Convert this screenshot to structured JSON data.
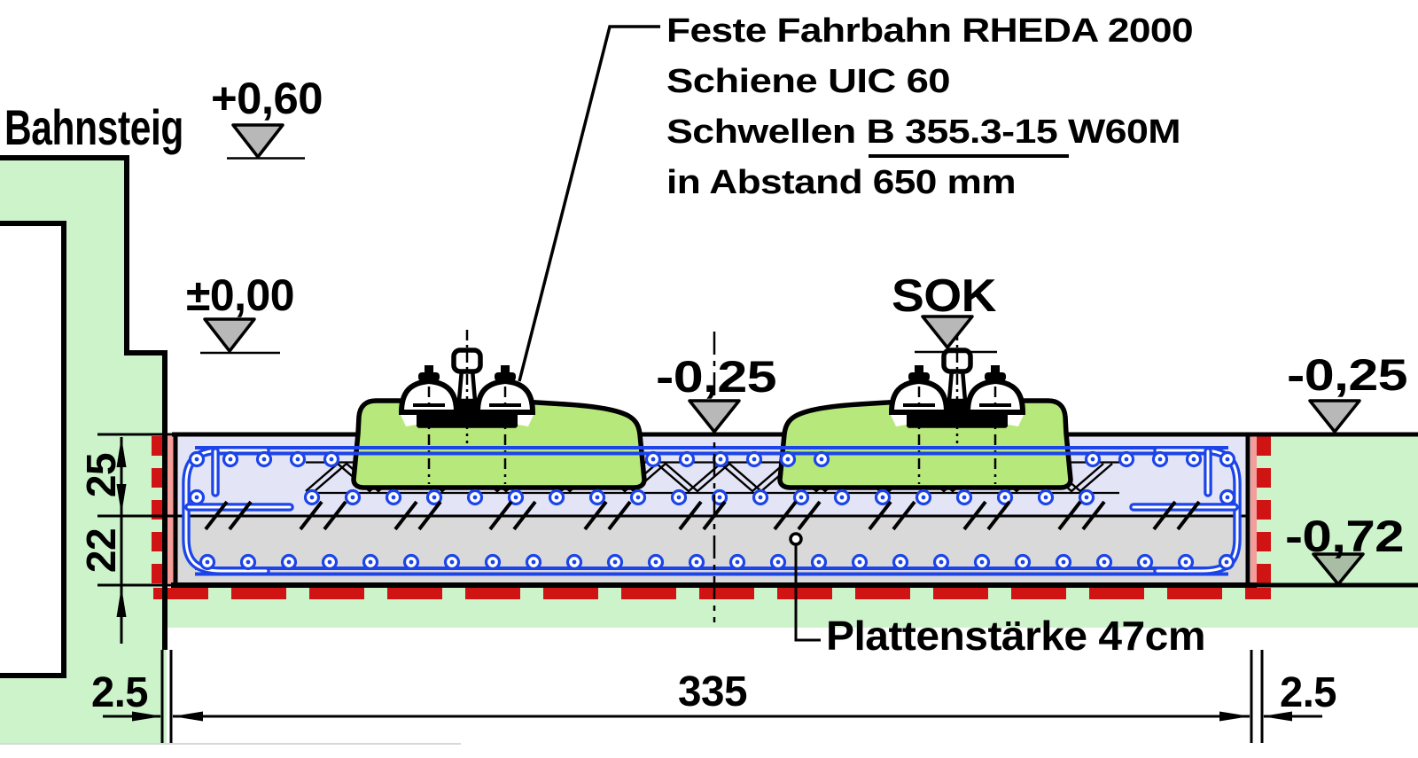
{
  "annotation": {
    "line1": "Feste Fahrbahn RHEDA 2000",
    "line2": "Schiene UIC 60",
    "line3_prefix": "Schwellen ",
    "line3_underlined": "B 355.3-15",
    "line3_suffix": " W60M",
    "line4": "in Abstand 650 mm"
  },
  "labels": {
    "platform": "Bahnsteig",
    "rail_top_level": "SOK",
    "slab_thickness": "Plattenstärke 47cm"
  },
  "elevations": {
    "platform_top": "+0,60",
    "zero_level": "±0,00",
    "slab_top_center": "-0,25",
    "ground_right": "-0,25",
    "slab_bottom": "-0,72"
  },
  "dimensions": {
    "upper_layer_cm": "25",
    "lower_layer_cm": "22",
    "joint_left_cm": "2.5",
    "slab_width_cm": "335",
    "joint_right_cm": "2.5"
  },
  "colors": {
    "background_green": "#cdf3cb",
    "sleeper_green": "#b7e87b",
    "concrete_upper": "#e3e5f6",
    "concrete_lower": "#d9d9d9",
    "rebar_blue": "#1c44e8",
    "edge_red": "#cf1413",
    "edge_pink": "#f49d9b",
    "marker_gray": "#b8b8b8",
    "marker_gray_green": "#a9bca4",
    "line_black": "#000000"
  }
}
